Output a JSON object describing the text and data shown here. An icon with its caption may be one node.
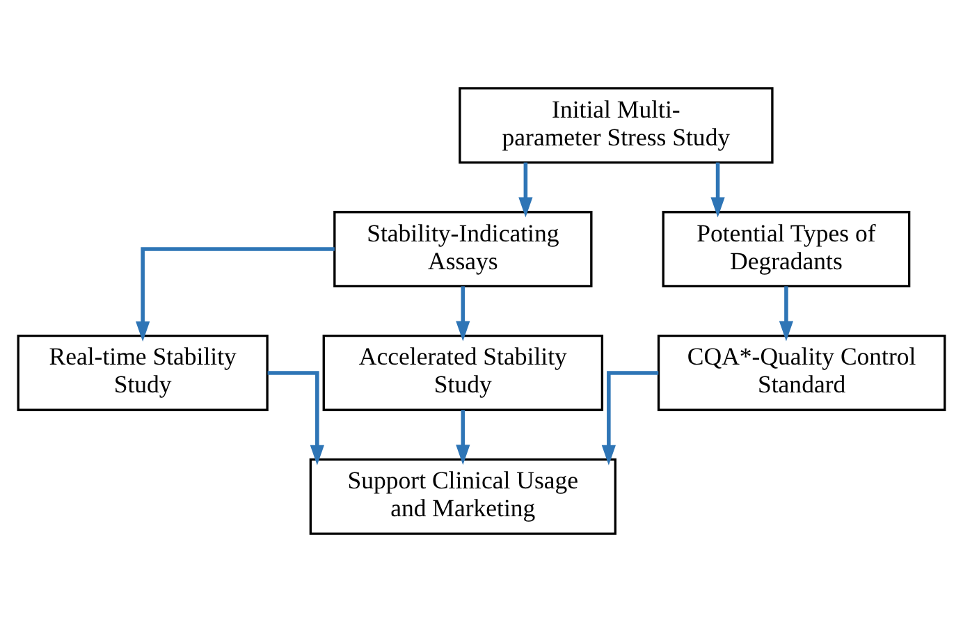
{
  "diagram": {
    "nodes": [
      {
        "text": [
          "Initial Multi-parameter Stress Study"
        ]
      },
      {
        "text": [
          "Stability-Indicating Assays"
        ]
      },
      {
        "text": [
          "Potential Types of Degradants"
        ]
      },
      {
        "text": [
          "Real-time Stability Study"
        ]
      },
      {
        "text": [
          "Accelerated Stability Study"
        ]
      },
      {
        "text": [
          "CQA*-Quality Control Standard"
        ]
      },
      {
        "text": [
          "Support Clinical Usage and Marketing"
        ]
      }
    ],
    "edges": [
      {
        "from": 0,
        "to": 1,
        "arrow": "to"
      },
      {
        "from": 0,
        "to": 2,
        "arrow": "to"
      },
      {
        "from": 1,
        "to": 3,
        "arrow": "to"
      },
      {
        "from": 1,
        "to": 4,
        "arrow": "to"
      },
      {
        "from": 2,
        "to": 5,
        "arrow": "to"
      },
      {
        "from": 3,
        "to": 6,
        "arrow": "to"
      },
      {
        "from": 4,
        "to": 6,
        "arrow": "to"
      },
      {
        "from": 5,
        "to": 6,
        "arrow": "to"
      }
    ]
  }
}
